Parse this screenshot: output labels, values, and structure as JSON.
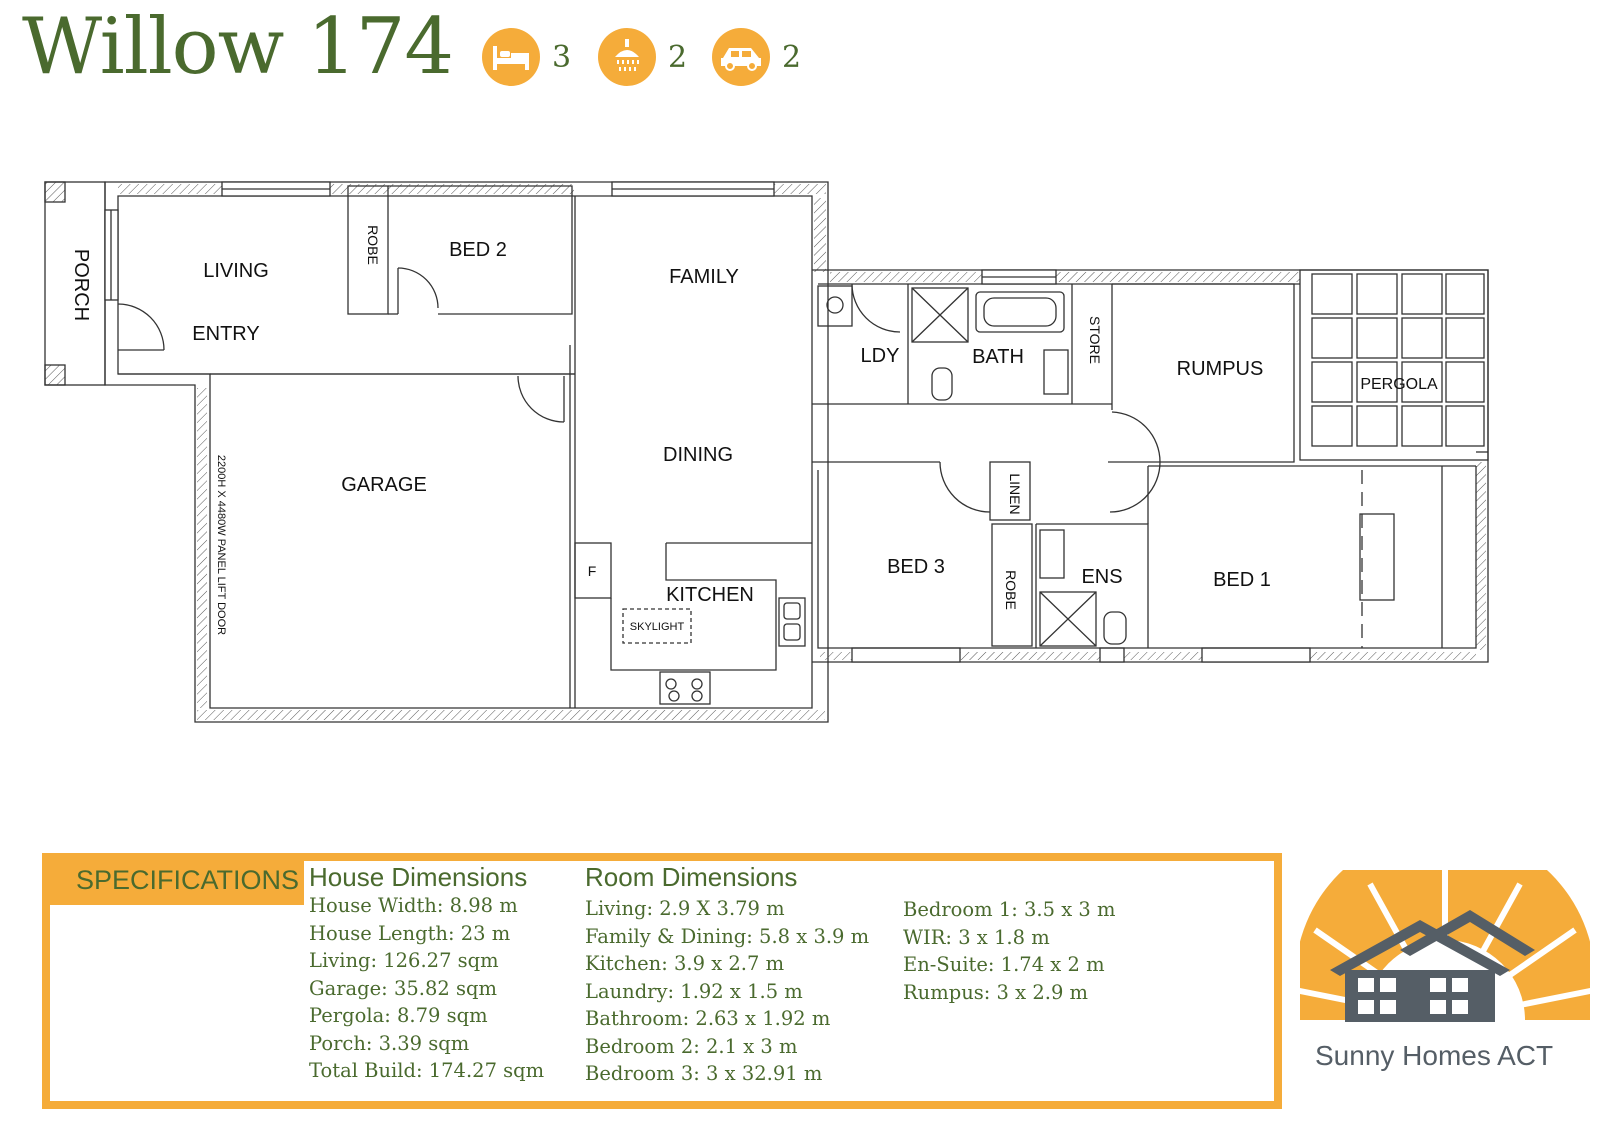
{
  "title": "Willow 174",
  "features": [
    {
      "icon": "bed-icon",
      "count": "3"
    },
    {
      "icon": "shower-icon",
      "count": "2"
    },
    {
      "icon": "car-icon",
      "count": "2"
    }
  ],
  "rooms": {
    "porch": "PORCH",
    "living": "LIVING",
    "entry": "ENTRY",
    "robe": "ROBE",
    "bed2": "BED 2",
    "family": "FAMILY",
    "ldy": "LDY",
    "bath": "BATH",
    "store": "STORE",
    "rumpus": "RUMPUS",
    "pergola": "PERGOLA",
    "garage": "GARAGE",
    "garage_door": "2200H X 4480W PANEL LIFT DOOR",
    "dining": "DINING",
    "linen": "LINEN",
    "bed3": "BED 3",
    "robe2": "ROBE",
    "ens": "ENS",
    "bed1": "BED 1",
    "fridge": "F",
    "kitchen": "KITCHEN",
    "skylight": "SKYLIGHT"
  },
  "specifications": {
    "label": "SPECIFICATIONS",
    "house_heading": "House Dimensions",
    "house": [
      "House Width: 8.98 m",
      "House Length: 23 m",
      "Living: 126.27 sqm",
      "Garage: 35.82 sqm",
      "Pergola: 8.79 sqm",
      "Porch: 3.39 sqm",
      "Total Build: 174.27 sqm"
    ],
    "room_heading": "Room Dimensions",
    "rooms_col1": [
      "Living: 2.9 X 3.79 m",
      "Family & Dining: 5.8 x 3.9 m",
      "Kitchen: 3.9 x 2.7 m",
      "Laundry: 1.92 x 1.5 m",
      "Bathroom: 2.63 x 1.92 m",
      "Bedroom 2: 2.1 x 3 m",
      "Bedroom 3: 3 x 32.91 m"
    ],
    "rooms_col2": [
      "Bedroom 1: 3.5 x 3 m",
      "WIR: 3 x 1.8 m",
      "En-Suite: 1.74 x 2 m",
      "Rumpus: 3 x 2.9 m"
    ]
  },
  "brand": "Sunny Homes ACT",
  "colors": {
    "accent": "#f5ac3a",
    "text": "#4a6a2e",
    "brand_gray": "#555e66"
  }
}
